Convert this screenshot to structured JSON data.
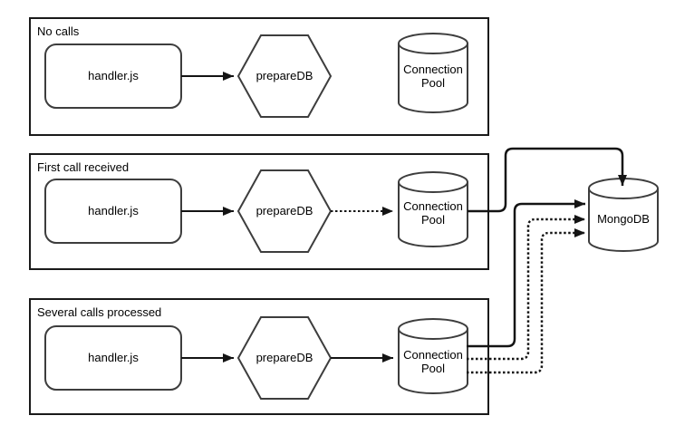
{
  "colors": {
    "background": "#ffffff",
    "panel_stroke": "#1a1a1a",
    "shape_stroke": "#3d3d3d",
    "connector_stroke": "#141414",
    "text": "#000000"
  },
  "panels": [
    {
      "title": "No calls",
      "handler_label": "handler.js",
      "prepare_label": "prepareDB",
      "pool_label_line1": "Connection",
      "pool_label_line2": "Pool"
    },
    {
      "title": "First call received",
      "handler_label": "handler.js",
      "prepare_label": "prepareDB",
      "pool_label_line1": "Connection",
      "pool_label_line2": "Pool"
    },
    {
      "title": "Several calls processed",
      "handler_label": "handler.js",
      "prepare_label": "prepareDB",
      "pool_label_line1": "Connection",
      "pool_label_line2": "Pool"
    }
  ],
  "database": {
    "label": "MongoDB"
  }
}
